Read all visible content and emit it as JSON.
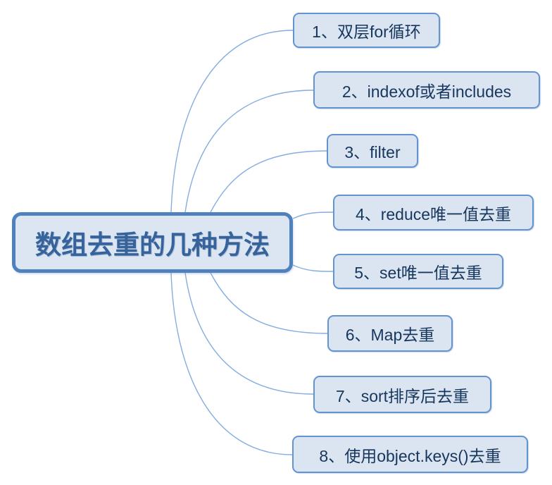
{
  "diagram": {
    "type": "mindmap",
    "root": {
      "label": "数组去重的几种方法"
    },
    "branches": [
      {
        "label": "1、双层for循环"
      },
      {
        "label": "2、indexof或者includes"
      },
      {
        "label": "3、filter"
      },
      {
        "label": "4、reduce唯一值去重"
      },
      {
        "label": "5、set唯一值去重"
      },
      {
        "label": "6、Map去重"
      },
      {
        "label": "7、sort排序后去重"
      },
      {
        "label": "8、使用object.keys()去重"
      }
    ]
  },
  "colors": {
    "node_fill": "#dbe5f1",
    "node_border": "#6394cf",
    "node_text": "#17365d",
    "root_fill": "#dce6f2",
    "root_border": "#4f81bd",
    "root_text": "#36639c",
    "connector": "#85ade0",
    "background": "#ffffff"
  }
}
